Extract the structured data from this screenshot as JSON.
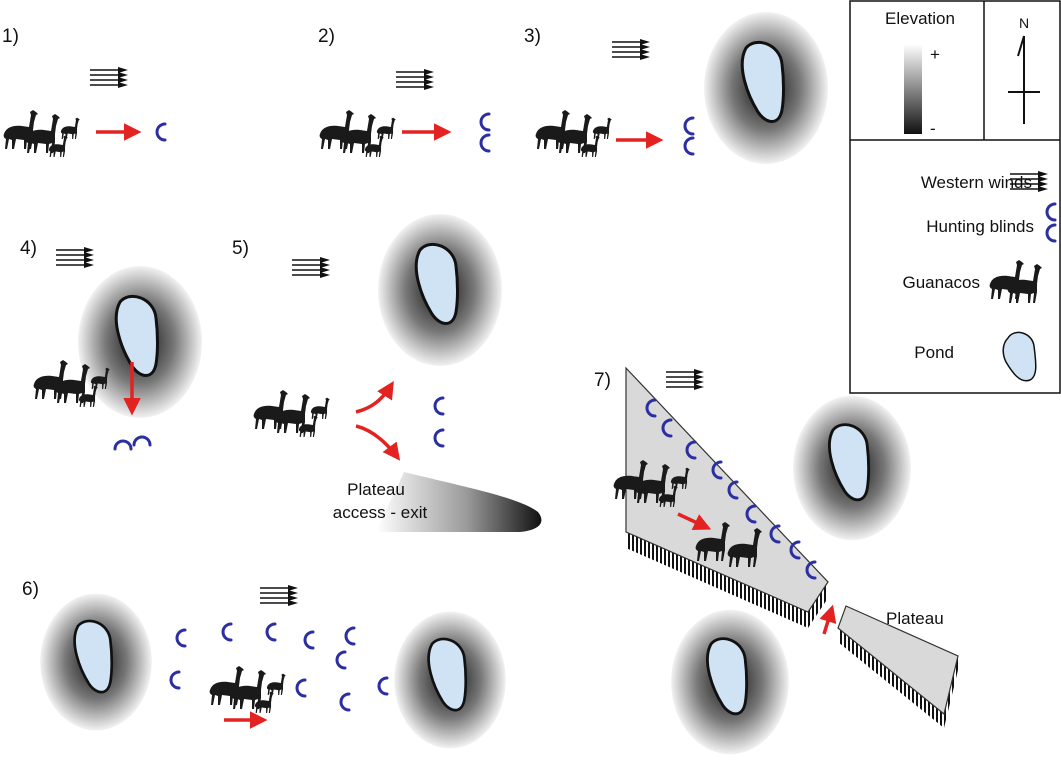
{
  "panels": {
    "p1": {
      "label": "1)"
    },
    "p2": {
      "label": "2)"
    },
    "p3": {
      "label": "3)"
    },
    "p4": {
      "label": "4)"
    },
    "p5": {
      "label": "5)",
      "plateau_line1": "Plateau",
      "plateau_line2": "access - exit"
    },
    "p6": {
      "label": "6)"
    },
    "p7": {
      "label": "7)",
      "plateau_label": "Plateau"
    }
  },
  "legend": {
    "elevation_title": "Elevation",
    "elevation_plus": "+",
    "elevation_minus": "-",
    "north": "N",
    "items": [
      {
        "label": "Western winds",
        "icon": "wind-icon"
      },
      {
        "label": "Hunting blinds",
        "icon": "hunting-blind-icon"
      },
      {
        "label": "Guanacos",
        "icon": "guanaco-icon"
      },
      {
        "label": "Pond",
        "icon": "pond-icon"
      }
    ]
  },
  "colors": {
    "blind": "#2b2fa0",
    "arrow": "#e32222",
    "pond": "#cfe3f5",
    "animal": "#1a1a1a",
    "plateau": "#d9d9d9"
  }
}
